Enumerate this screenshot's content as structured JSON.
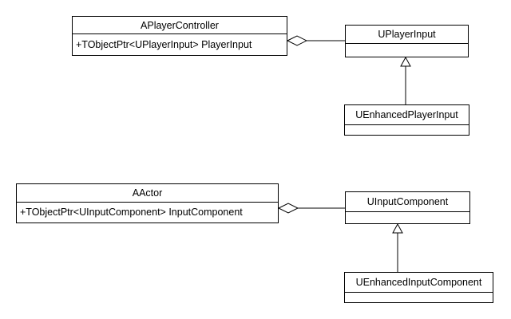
{
  "classes": {
    "aplayercontroller": {
      "name": "APlayerController",
      "attributes": [
        "+TObjectPtr<UPlayerInput> PlayerInput"
      ]
    },
    "uplayerinput": {
      "name": "UPlayerInput",
      "attributes": [
        ""
      ]
    },
    "uenhancedplayerinput": {
      "name": "UEnhancedPlayerInput",
      "attributes": [
        ""
      ]
    },
    "aactor": {
      "name": "AActor",
      "attributes": [
        "+TObjectPtr<UInputComponent> InputComponent"
      ]
    },
    "uinputcomponent": {
      "name": "UInputComponent",
      "attributes": [
        ""
      ]
    },
    "uenhancedinputcomponent": {
      "name": "UEnhancedInputComponent",
      "attributes": [
        ""
      ]
    }
  },
  "relations": [
    {
      "type": "aggregation",
      "whole": "APlayerController",
      "part": "UPlayerInput"
    },
    {
      "type": "generalization",
      "child": "UEnhancedPlayerInput",
      "parent": "UPlayerInput"
    },
    {
      "type": "aggregation",
      "whole": "AActor",
      "part": "UInputComponent"
    },
    {
      "type": "generalization",
      "child": "UEnhancedInputComponent",
      "parent": "UInputComponent"
    }
  ]
}
